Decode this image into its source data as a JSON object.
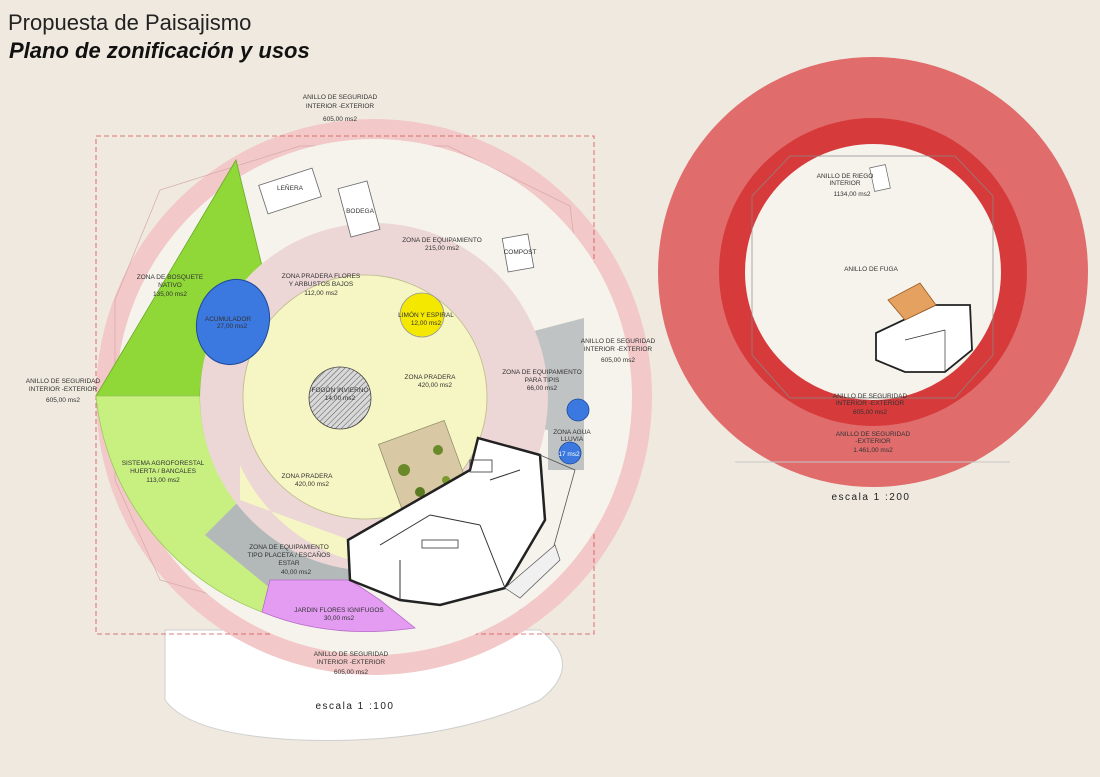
{
  "header": {
    "title": "Propuesta de Paisajismo",
    "subtitle": "Plano de zonificación y usos"
  },
  "plan100": {
    "scale": "escala 1 :100",
    "ring_top": [
      "ANILLO DE SEGURIDAD",
      "INTERIOR -EXTERIOR",
      "605,00 ms2"
    ],
    "ring_left": [
      "ANILLO DE SEGURIDAD",
      "INTERIOR -EXTERIOR",
      "605,00 ms2"
    ],
    "ring_right": [
      "ANILLO DE SEGURIDAD",
      "INTERIOR -EXTERIOR",
      "605,00 ms2"
    ],
    "ring_bottom": [
      "ANILLO DE SEGURIDAD",
      "INTERIOR -EXTERIOR",
      "605,00 ms2"
    ],
    "lenera": "LEÑERA",
    "bodega": "BODEGA",
    "compost": "COMPOST",
    "equip_zone": [
      "ZONA DE EQUIPAMIENTO",
      "215,00 ms2"
    ],
    "bosquete": [
      "ZONA DE BOSQUETE",
      "NATIVO",
      "135,00 ms2"
    ],
    "acumulador": [
      "ACUMULADOR",
      "27,00 ms2"
    ],
    "pradera_flores": [
      "ZONA PRADERA FLORES",
      "Y ARBUSTOS BAJOS",
      "112,00 ms2"
    ],
    "limon": [
      "LIMÓN Y ESPIRAL",
      "12,00 ms2"
    ],
    "fogon": [
      "FOGÓN INVIERNO",
      "14,00 ms2"
    ],
    "pradera_right": [
      "ZONA PRADERA",
      "420,00 ms2"
    ],
    "pradera_bottom": [
      "ZONA PRADERA",
      "420,00 ms2"
    ],
    "tipis": [
      "ZONA DE EQUIPAMIENTO",
      "PARA TIPIS",
      "66,00 ms2"
    ],
    "agua": [
      "ZONA AGUA",
      "LLUVIA"
    ],
    "agua_area": "17 ms2",
    "agroforestal": [
      "SISTEMA AGROFORESTAL",
      "HUERTA / BANCALES",
      "113,00 ms2"
    ],
    "placeta": [
      "ZONA DE EQUIPAMIENTO",
      "TIPO PLACETA / ESCAÑOS",
      "ESTAR",
      "40,00 ms2"
    ],
    "jardin": [
      "JARDIN FLORES IGNIFUGOS",
      "30,00 ms2"
    ]
  },
  "plan200": {
    "scale": "escala 1 :200",
    "inner_top": [
      "ANILLO DE RIEGO",
      "INTERIOR",
      "1134,00 ms2"
    ],
    "fuga": "ANILLO DE FUGA",
    "inner_ring": [
      "ANILLO DE SEGURIDAD",
      "INTERIOR -EXTERIOR",
      "605,00 ms2"
    ],
    "outer_ring": [
      "ANILLO DE SEGURIDAD",
      "-EXTERIOR",
      "1.461,00 ms2"
    ]
  },
  "colors": {
    "background": "#efe9df",
    "safety_ring": "#f2c8c8",
    "bosquete": "#8fd838",
    "agroforestal": "#c8f080",
    "pradera": "#f6f6c4",
    "pradera_flores": "#ecd6d6",
    "equipamiento": "#bfc3c3",
    "acumulador": "#3b78e0",
    "limon": "#f5e800",
    "jardin": "#e39cf2",
    "outer_ring_200": "#e06c6c",
    "inner_ring_200": "#d63a3a"
  }
}
